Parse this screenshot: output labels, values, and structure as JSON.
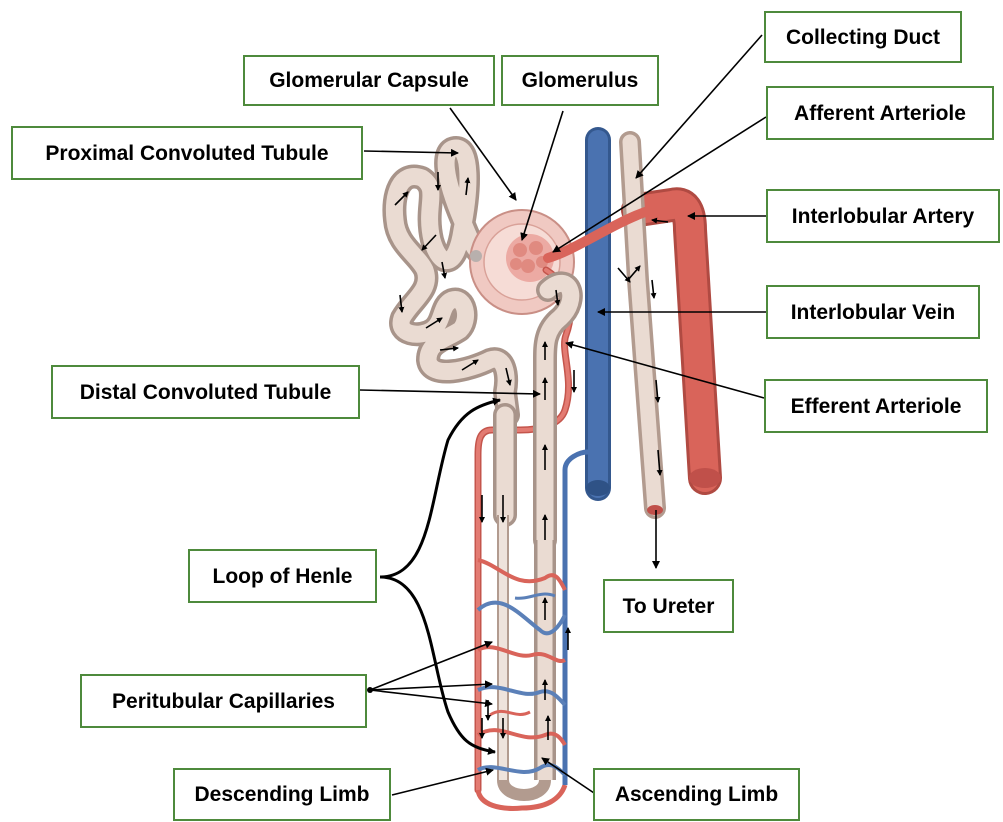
{
  "labels": {
    "glomerular_capsule": "Glomerular Capsule",
    "glomerulus": "Glomerulus",
    "collecting_duct": "Collecting Duct",
    "afferent_arteriole": "Afferent Arteriole",
    "proximal_convoluted_tubule": "Proximal Convoluted Tubule",
    "interlobular_artery": "Interlobular Artery",
    "interlobular_vein": "Interlobular Vein",
    "distal_convoluted_tubule": "Distal Convoluted Tubule",
    "efferent_arteriole": "Efferent Arteriole",
    "loop_of_henle": "Loop of Henle",
    "to_ureter": "To Ureter",
    "peritubular_capillaries": "Peritubular Capillaries",
    "descending_limb": "Descending Limb",
    "ascending_limb": "Ascending Limb"
  },
  "colors": {
    "label_border": "#4e8a3c",
    "artery": "#d9645a",
    "vein": "#4a72b0",
    "tubule": "#e6d3c9",
    "glomerulus": "#ecaaa3"
  }
}
